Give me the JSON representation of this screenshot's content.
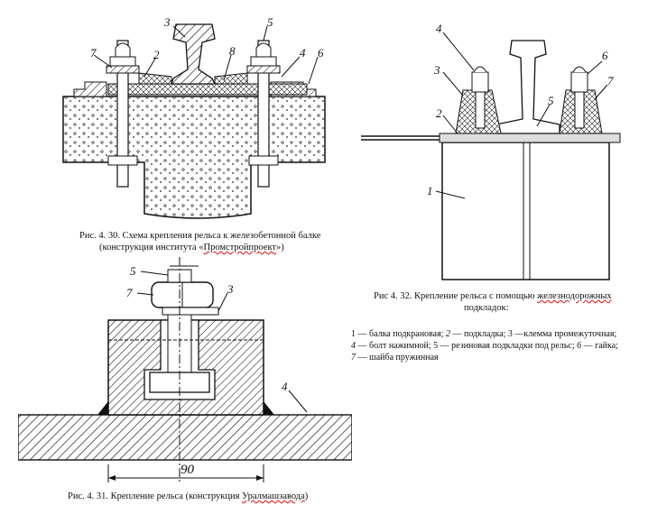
{
  "fig30": {
    "caption_line1": "Рис. 4. 30. Схема крепления  рельса к железобетонной  балке",
    "caption_line2_a": "(конструкция  института  «",
    "caption_line2_b": "Промстройпроект",
    "caption_line2_c": "»)",
    "labels": [
      "3",
      "5",
      "7",
      "2",
      "8",
      "4",
      "6"
    ]
  },
  "fig32": {
    "caption_a": "Рис 4. 32. Крепление рельса  с помощью  ",
    "caption_b": "железнодорожных",
    "caption_line2": "подкладок:",
    "labels": [
      "4",
      "3",
      "2",
      "5",
      "6",
      "7",
      "1"
    ]
  },
  "legend": {
    "l1": "1 — балка подкрановая; ",
    "l1_n2": "2",
    "l1_b": " — подкладка; 3 —клемма промежуточная;",
    "l2_n4": "4",
    "l2_a": " — болт нажимной; 5 — резиновая подкладки под рельс; ",
    "l2_n6": "6",
    "l2_b": " — гайка;",
    "l3_n7": "7",
    "l3_a": " — шайба  пружинная"
  },
  "fig31": {
    "caption_a": "Рис. 4. 31. Крепление  рельса (конструкция  ",
    "caption_b": "Уралмашзавода",
    "caption_c": ")",
    "labels": [
      "5",
      "7",
      "3",
      "4"
    ],
    "dimension": "90"
  }
}
